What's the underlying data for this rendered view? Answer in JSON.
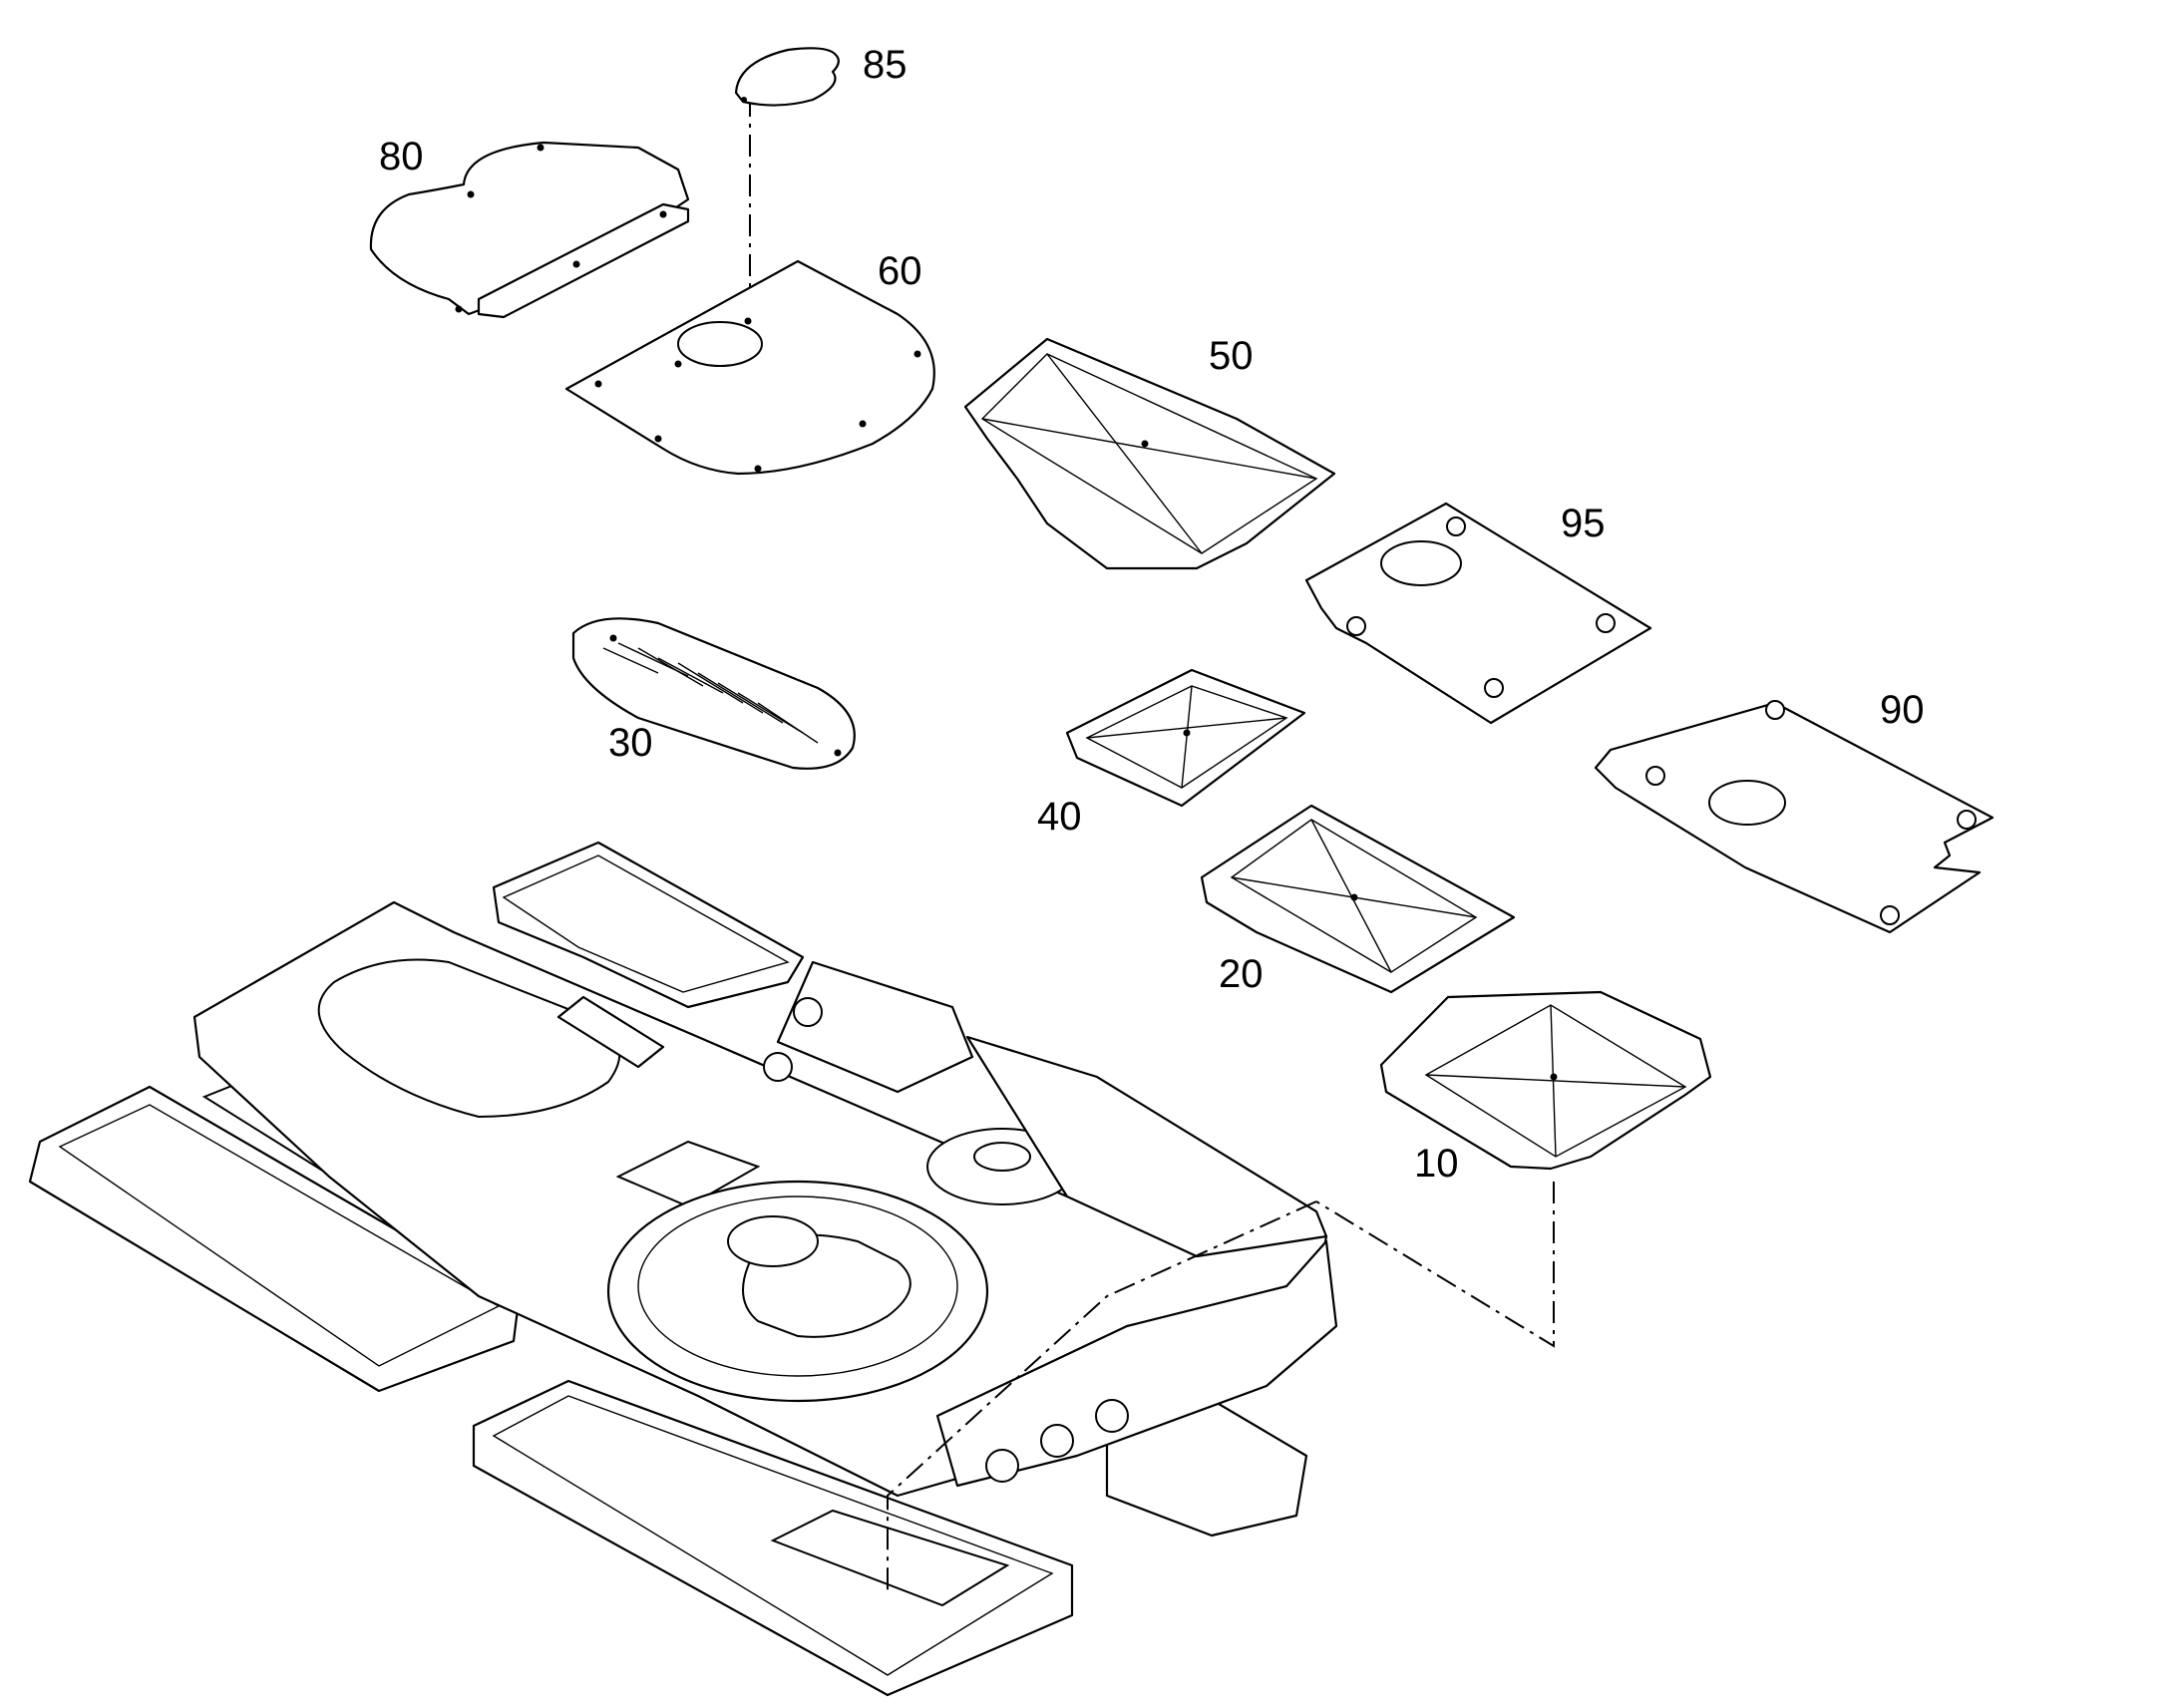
{
  "parts": [
    {
      "id": "p85",
      "label": "85"
    },
    {
      "id": "p80",
      "label": "80"
    },
    {
      "id": "p60",
      "label": "60"
    },
    {
      "id": "p50",
      "label": "50"
    },
    {
      "id": "p95",
      "label": "95"
    },
    {
      "id": "p30",
      "label": "30"
    },
    {
      "id": "p40",
      "label": "40"
    },
    {
      "id": "p90",
      "label": "90"
    },
    {
      "id": "p20",
      "label": "20"
    },
    {
      "id": "p10",
      "label": "10"
    }
  ],
  "colors": {
    "line": "#000000",
    "background": "#ffffff"
  }
}
